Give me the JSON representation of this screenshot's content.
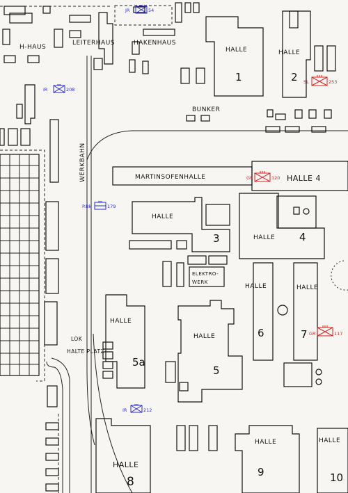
{
  "colors": {
    "ink": "#111111",
    "paper": "#f7f6f2",
    "friendly": "#2a2ad0",
    "enemy": "#d82020"
  },
  "labels": {
    "h_haus": "H-HAUS",
    "leiterhaus": "LEITERHAUS",
    "hakenhaus": "HAKENHAUS",
    "halle": "HALLE",
    "bunker": "BUNKER",
    "werkbahn": "WERKBAHN",
    "martinsofenhalle": "MARTINSOFENHALLE",
    "halle4_top": "HALLE 4",
    "elektro1": "ELEKTRO-",
    "elektro2": "WERK",
    "lok": "LOK",
    "halteplatz": "HALTE PLATZ"
  },
  "numbers": {
    "h1": "1",
    "h2": "2",
    "h3": "3",
    "h4": "4",
    "h5a": "5a",
    "h5": "5",
    "h6": "6",
    "h7": "7",
    "h8": "8",
    "h9": "9",
    "h10": "10"
  },
  "units": {
    "u1": {
      "prefix": "JR",
      "id": "54"
    },
    "u2": {
      "prefix": "IR",
      "id": "208"
    },
    "u3": {
      "prefix": "SL",
      "id": "253"
    },
    "u4": {
      "prefix": "GR",
      "id": "120"
    },
    "u5": {
      "prefix": "P.Bk",
      "id": "179"
    },
    "u6": {
      "prefix": "GR",
      "id": "117"
    },
    "u7": {
      "prefix": "IR",
      "id": "212"
    }
  }
}
